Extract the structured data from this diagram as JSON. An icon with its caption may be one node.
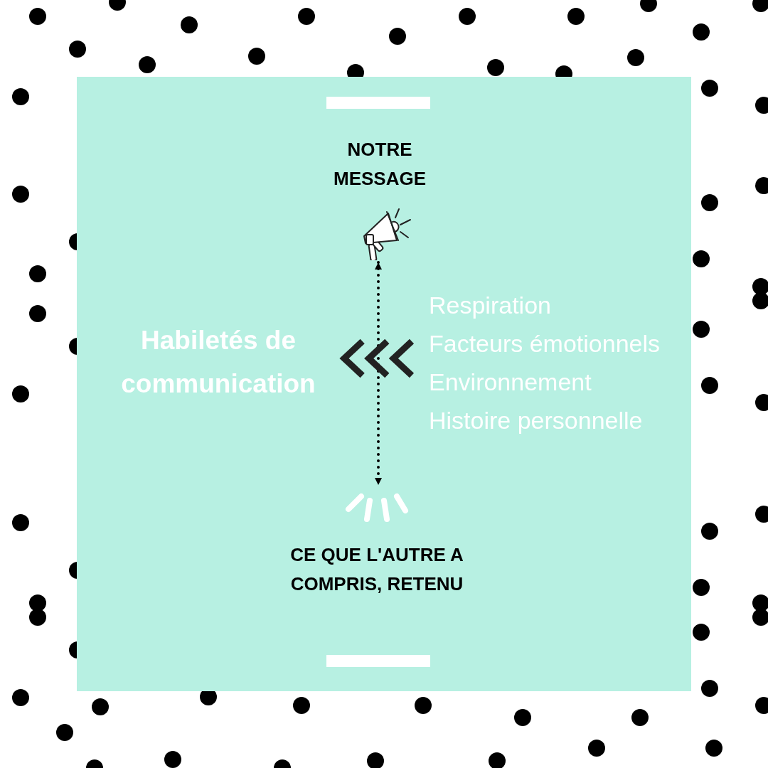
{
  "diagram": {
    "nodes": [
      {
        "text": [
          "NOTRE MESSAGE"
        ]
      },
      {
        "text": [],
        "shape": "picture"
      },
      {
        "text": [],
        "shape": "picture"
      },
      {
        "text": [
          "CE QUE L'AUTRE A COMPRIS, RETENU"
        ]
      },
      {
        "text": [
          "Habiletés de communication"
        ]
      },
      {
        "text": [
          "Respiration",
          "Facteurs émotionnels",
          "Environnement",
          "Histoire personnelle"
        ]
      }
    ],
    "edges": [
      {
        "from": 1,
        "to": 2,
        "arrow": "both",
        "style": "dashed"
      },
      {
        "from": 5,
        "to": 4,
        "arrow": "to",
        "style": "thick"
      }
    ]
  }
}
